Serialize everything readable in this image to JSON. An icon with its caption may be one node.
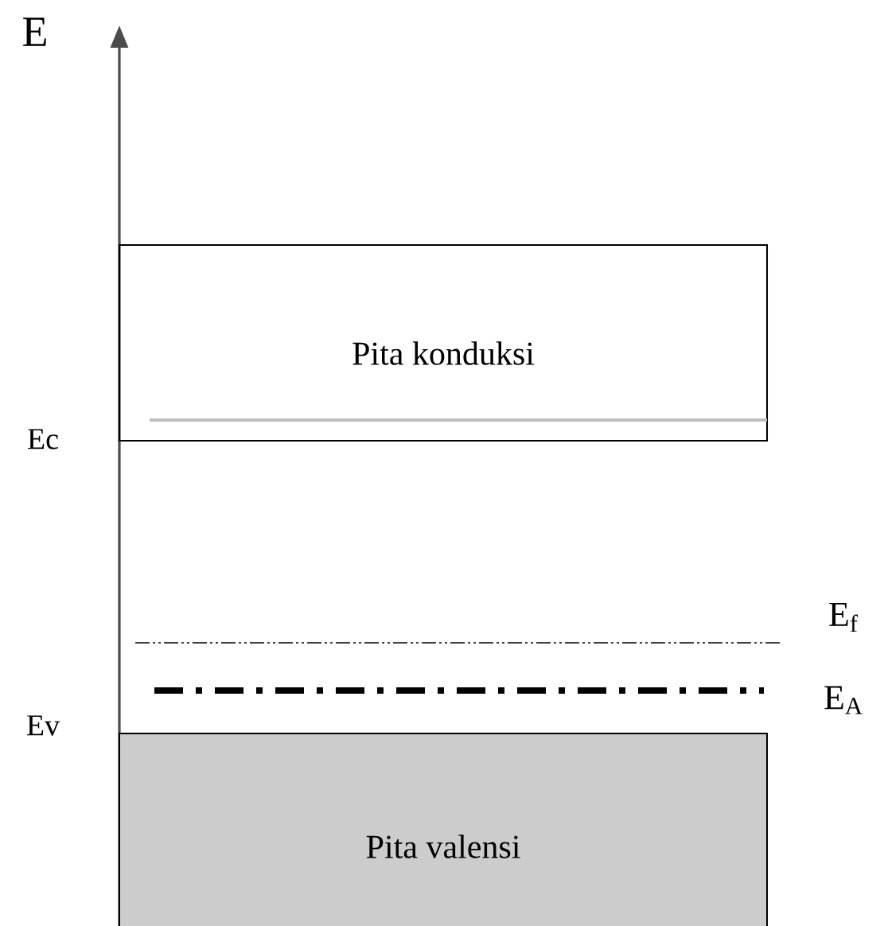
{
  "diagram": {
    "nodes": [
      {
        "text": [
          "Pita konduksi"
        ]
      },
      {
        "text": [
          "Pita valensi"
        ]
      }
    ],
    "labels": [
      "E",
      "Ec",
      "E$_{f}$",
      "E$_{A}$",
      "Ev"
    ]
  }
}
